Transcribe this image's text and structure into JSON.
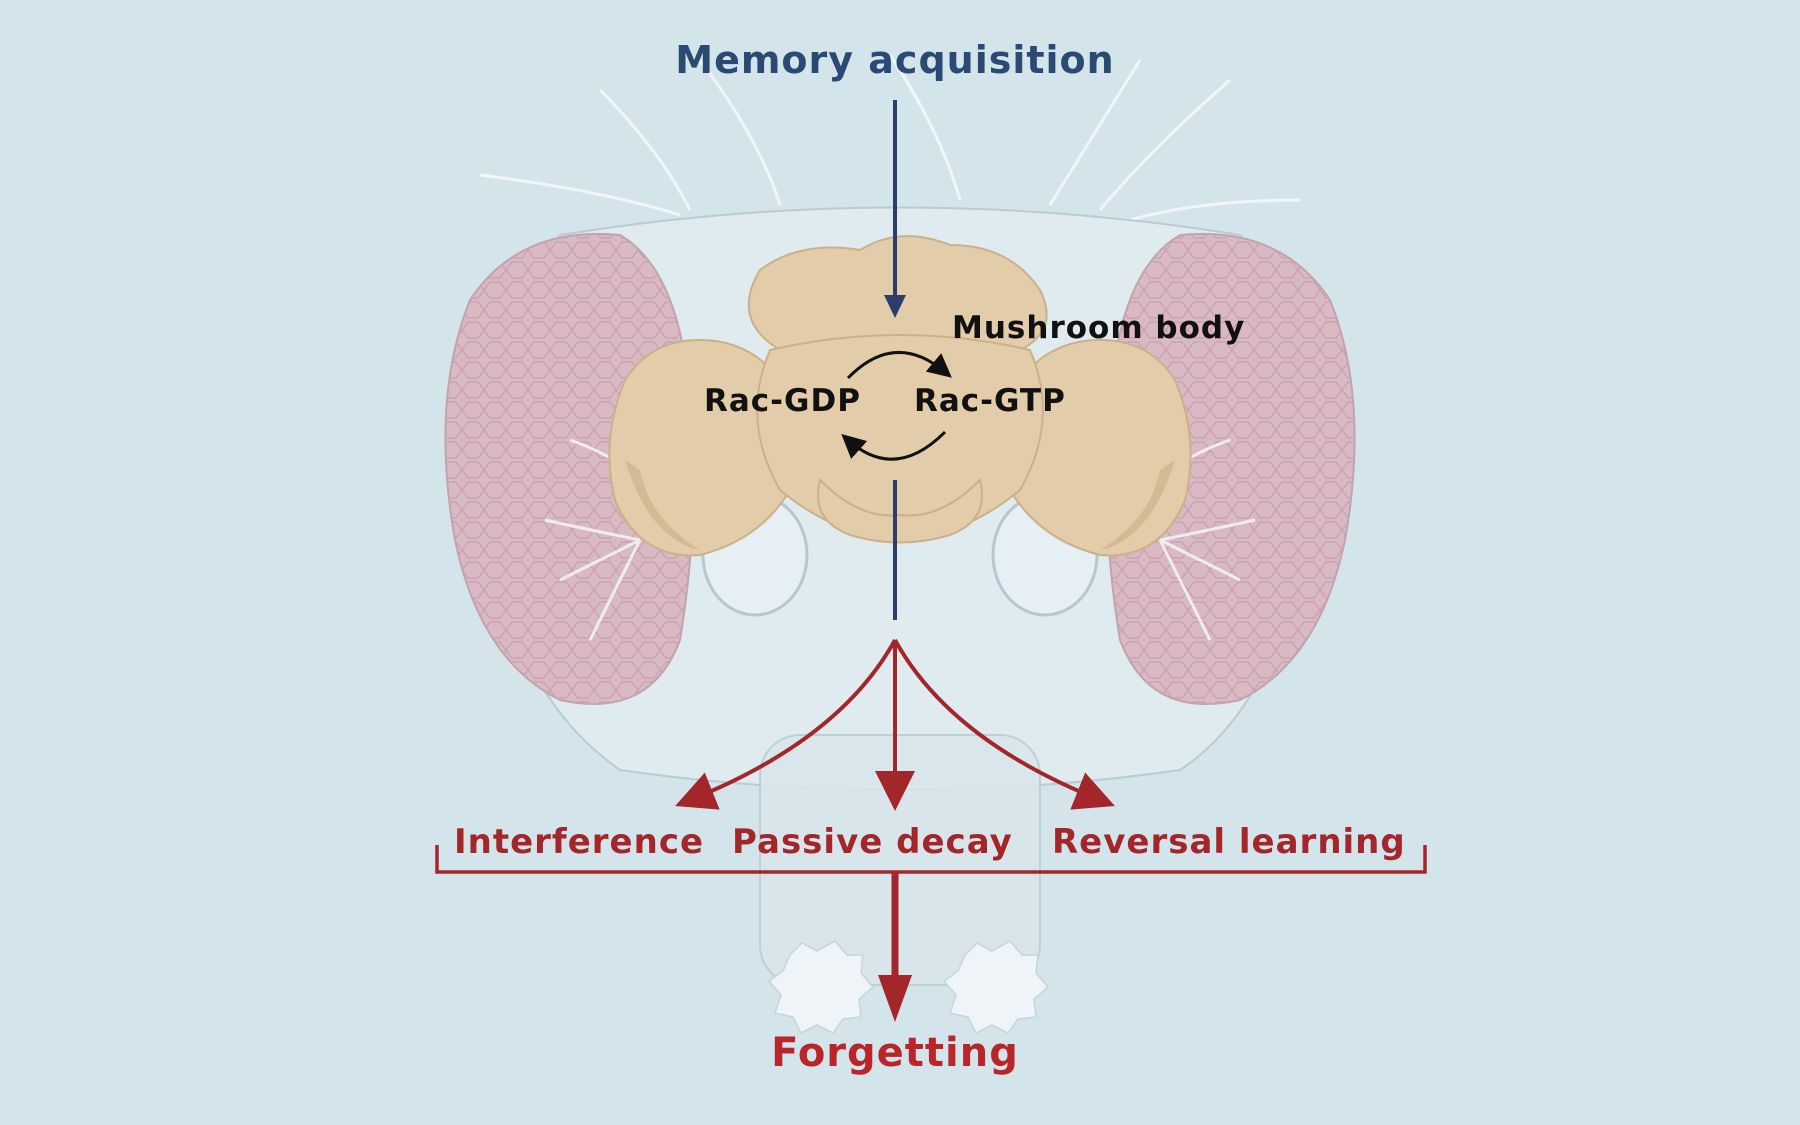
{
  "diagram": {
    "title": "Memory acquisition",
    "mushroom_label": "Mushroom body",
    "rac_gdp": "Rac-GDP",
    "rac_gtp": "Rac-GTP",
    "branches": [
      "Interference",
      "Passive decay",
      "Reversal learning"
    ],
    "outcome": "Forgetting"
  },
  "colors": {
    "background": "#d4e4eb",
    "title": "#2a4a73",
    "red": "#a3262a",
    "brain": "#e3cca9",
    "eye": "#d7b5c0"
  }
}
